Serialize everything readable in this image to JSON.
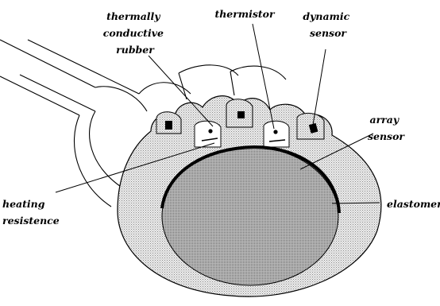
{
  "labels": {
    "thermally_conductive_rubber": [
      "thermally",
      "conductive",
      "rubber"
    ],
    "thermistor": "thermistor",
    "dynamic_sensor": [
      "dynamic",
      "sensor"
    ],
    "array_sensor": [
      "array",
      "sensor"
    ],
    "elastomer": "elastomer",
    "heating_resistence": [
      "heating",
      "resistence"
    ]
  }
}
